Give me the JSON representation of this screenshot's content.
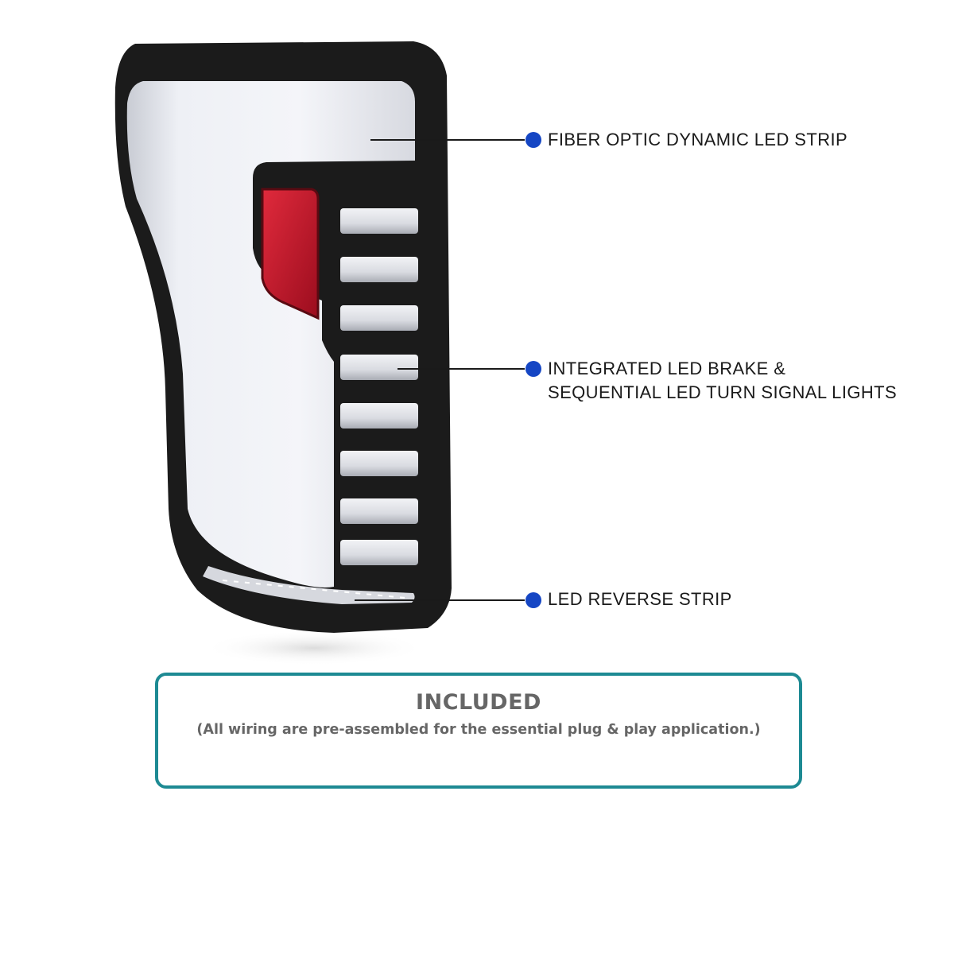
{
  "callouts": {
    "fiber_optic": "FIBER OPTIC DYNAMIC LED STRIP",
    "brake_line1": "INTEGRATED LED BRAKE &",
    "brake_line2": "SEQUENTIAL LED TURN SIGNAL LIGHTS",
    "reverse": "LED REVERSE STRIP"
  },
  "included": {
    "title": "INCLUDED",
    "subtitle": "(All wiring are pre-assembled for the essential plug & play application.)"
  },
  "colors": {
    "callout_dot": "#1546c4",
    "box_border": "#1d8a93",
    "reflector": "#c8102e",
    "housing": "#1b1b1b"
  },
  "led_segment_count": 8
}
